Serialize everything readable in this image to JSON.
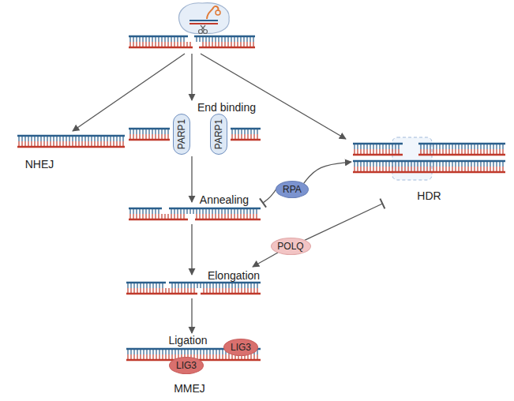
{
  "diagram": {
    "nodes": [
      {
        "text": [
          "PARP1"
        ]
      },
      {
        "text": [
          "PARP1"
        ]
      },
      {
        "text": [
          "HDR"
        ]
      },
      {
        "text": [
          "RPA"
        ]
      },
      {
        "text": [
          "POLQ"
        ]
      },
      {
        "text": [
          "LIG3"
        ]
      },
      {
        "text": [
          "LIG3"
        ]
      }
    ],
    "edges": [
      {
        "from": 3,
        "to": 2,
        "arrow": "to"
      },
      {
        "from": 4,
        "to": 2,
        "arrow": "to"
      }
    ],
    "labels": [
      "End binding",
      "NHEJ",
      "Annealing",
      "Elongation",
      "Ligation",
      "MMEJ"
    ]
  }
}
